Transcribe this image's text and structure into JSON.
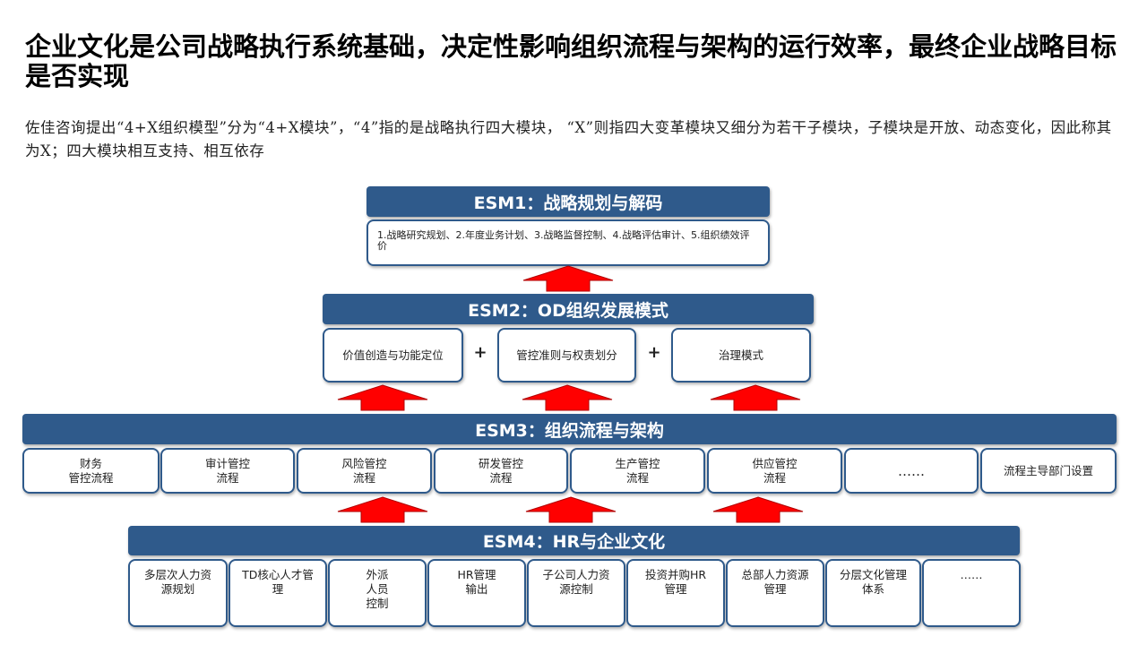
{
  "title": "企业文化是公司战略执行系统基础，决定性影响组织流程与架构的运行效率，最终企业战略目标是否实现",
  "subtitle": "佐佳咨询提出“4+X组织模型”分为“4+X模块”，“4”指的是战略执行四大模块， “X”则指四大变革模块又细分为若干子模块，子模块是开放、动态变化，因此称其为X；四大模块相互支持、相互依存",
  "esm1": {
    "header": "ESM1：战略规划与解码",
    "content": "1.战略研究规划、2.年度业务计划、3.战略监督控制、4.战略评估审计、5.组织绩效评价"
  },
  "esm2": {
    "header": "ESM2：OD组织发展模式",
    "items": [
      "价值创造与功能定位",
      "管控准则与权责划分",
      "治理模式"
    ],
    "separator": "+"
  },
  "esm3": {
    "header": "ESM3：组织流程与架构",
    "items": [
      [
        "财务",
        "管控流程"
      ],
      [
        "审计管控",
        "流程"
      ],
      [
        "风险管控",
        "流程"
      ],
      [
        "研发管控",
        "流程"
      ],
      [
        "生产管控",
        "流程"
      ],
      [
        "供应管控",
        "流程"
      ],
      [
        "……"
      ],
      [
        "流程主导部门设置"
      ]
    ]
  },
  "esm4": {
    "header": "ESM4：HR与企业文化",
    "items": [
      [
        "多层次人力资",
        "源规划"
      ],
      [
        "TD核心人才管",
        "理"
      ],
      [
        "外派",
        "人员",
        "控制"
      ],
      [
        "HR管理",
        "输出"
      ],
      [
        "子公司人力资",
        "源控制"
      ],
      [
        "投资并购HR",
        "管理"
      ],
      [
        "总部人力资源",
        "管理"
      ],
      [
        "分层文化管理",
        "体系"
      ],
      [
        "……"
      ]
    ]
  },
  "colors": {
    "band": "#2f5a8b",
    "border": "#2f5a8b",
    "arrow": "#ff0000"
  }
}
